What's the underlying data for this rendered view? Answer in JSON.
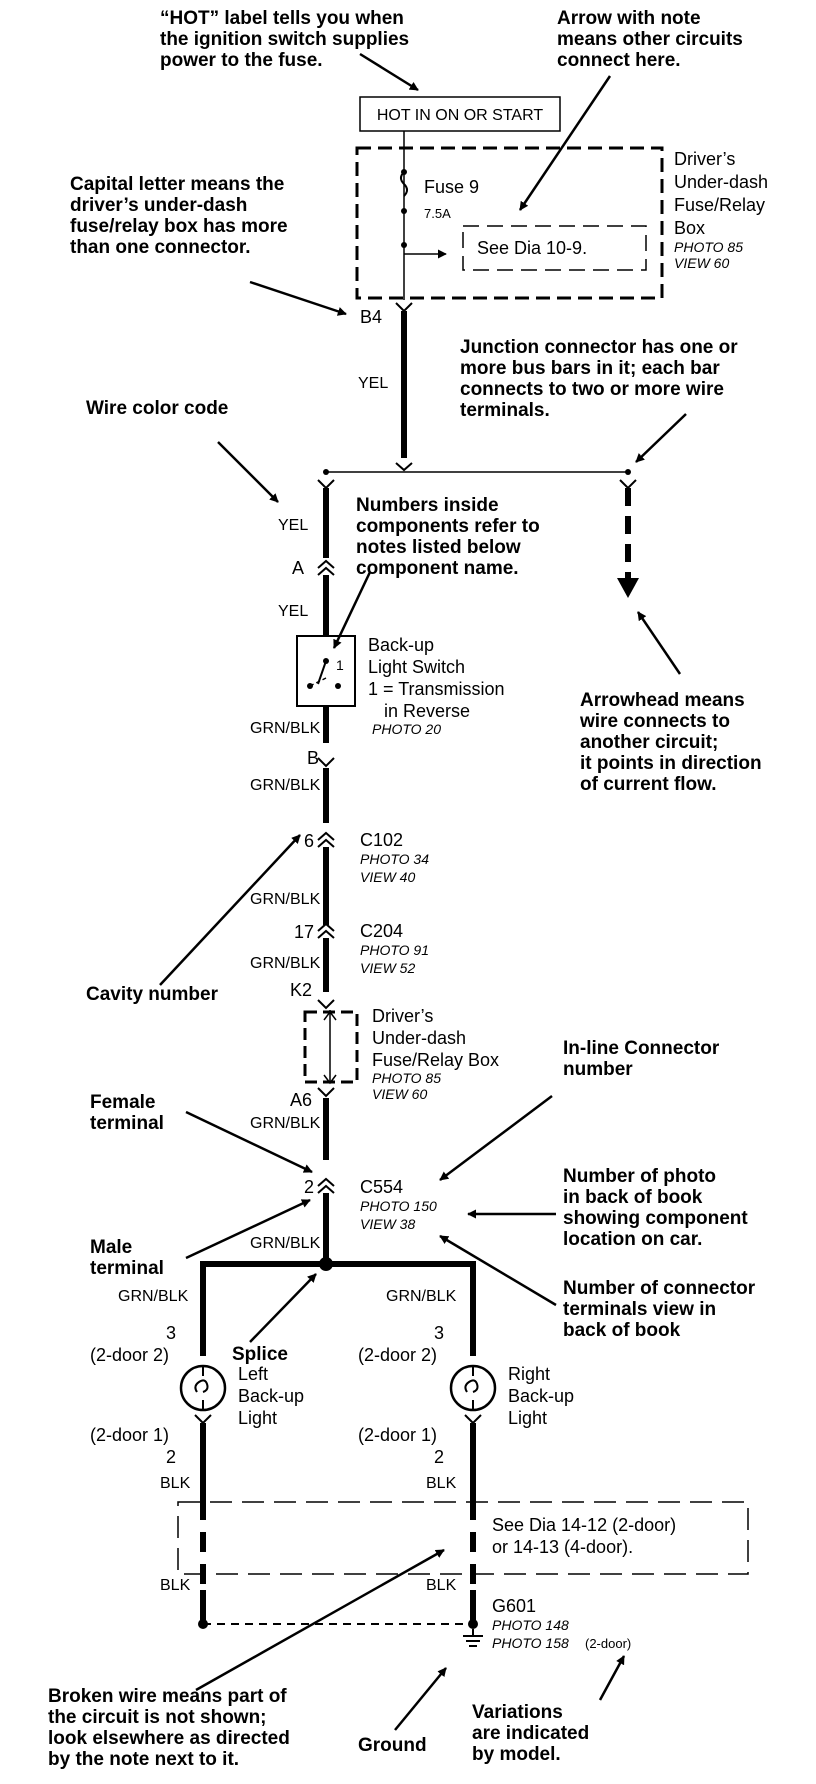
{
  "hot_box": "HOT IN ON OR START",
  "fuse": {
    "name": "Fuse 9",
    "rating": "7.5A"
  },
  "see_dia_top": "See  Dia   10-9.",
  "fuse_box": {
    "l1": "Driver’s",
    "l2": "Under-dash",
    "l3": "Fuse/Relay",
    "l4": "Box",
    "photo": "PHOTO 85",
    "view": "VIEW 60"
  },
  "terminals": {
    "b4": "B4",
    "a": "A",
    "b": "B",
    "c6": "6",
    "c17": "17",
    "k2": "K2",
    "a6": "A6",
    "c2": "2"
  },
  "wires": {
    "yel1": "YEL",
    "yel2": "YEL",
    "yel3": "YEL",
    "gb1": "GRN/BLK",
    "gb2": "GRN/BLK",
    "gb3": "GRN/BLK",
    "gb4": "GRN/BLK",
    "gb5": "GRN/BLK",
    "gb6": "GRN/BLK",
    "gb7": "GRN/BLK",
    "gb8": "GRN/BLK",
    "blk1": "BLK",
    "blk2": "BLK",
    "blk3": "BLK",
    "blk4": "BLK"
  },
  "switch": {
    "l1": "Back-up",
    "l2": "Light Switch",
    "l3": "1 =  Transmission",
    "l4": "in Reverse",
    "photo": "PHOTO 20",
    "note": "1"
  },
  "c102": {
    "name": "C102",
    "photo": "PHOTO 34",
    "view": "VIEW 40"
  },
  "c204": {
    "name": "C204",
    "photo": "PHOTO 91",
    "view": "VIEW 52"
  },
  "fuse_box2": {
    "l1": "Driver’s",
    "l2": "Under-dash",
    "l3": "Fuse/Relay Box",
    "photo": "PHOTO 85",
    "view": "VIEW 60"
  },
  "c554": {
    "name": "C554",
    "photo": "PHOTO 150",
    "view": "VIEW 38"
  },
  "left_light": {
    "pin_top": "3",
    "door_top": "(2-door 2)",
    "l1": "Left",
    "l2": "Back-up",
    "l3": "Light",
    "door_bot": "(2-door 1)",
    "pin_bot": "2"
  },
  "right_light": {
    "pin_top": "3",
    "door_top": "(2-door 2)",
    "l1": "Right",
    "l2": "Back-up",
    "l3": "Light",
    "door_bot": "(2-door 1)",
    "pin_bot": "2"
  },
  "see_dia_bottom": {
    "l1": "See  Dia   14-12 (2-door)",
    "l2": "or 14-13 (4-door)."
  },
  "g601": {
    "name": "G601",
    "photo1": "PHOTO 148",
    "photo2": "PHOTO 158",
    "door": "(2-door)"
  },
  "callouts": {
    "hot": [
      "“HOT” label tells you when",
      "the ignition switch supplies",
      "power to the fuse."
    ],
    "arrow_note": [
      "Arrow with note",
      "means other circuits",
      "connect here."
    ],
    "capital": [
      "Capital letter means the",
      "driver’s under-dash",
      "fuse/relay box has more",
      "than one connector."
    ],
    "junction": [
      "Junction connector has one or",
      "more bus bars in it; each bar",
      "connects to two or more wire",
      "terminals."
    ],
    "wire_color": [
      "Wire color code"
    ],
    "numbers_inside": [
      "Numbers inside",
      "components refer to",
      "notes listed below",
      "component name."
    ],
    "arrowhead": [
      "Arrowhead means",
      "wire connects to",
      "another circuit;",
      "it points in direction",
      "of current flow."
    ],
    "cavity": [
      "Cavity number"
    ],
    "inline": [
      "In-line Connector",
      "number"
    ],
    "female": [
      "Female",
      "terminal"
    ],
    "photo_num": [
      "Number of photo",
      "in back of book",
      "showing component",
      "location on car."
    ],
    "male": [
      "Male",
      "terminal"
    ],
    "conn_view": [
      "Number of connector",
      "terminals view in",
      "back of book"
    ],
    "splice": [
      "Splice"
    ],
    "broken": [
      "Broken wire means part of",
      "the circuit is not shown;",
      "look elsewhere as directed",
      "by the note next to it."
    ],
    "ground": [
      "Ground"
    ],
    "variations": [
      "Variations",
      "are indicated",
      "by model."
    ]
  }
}
